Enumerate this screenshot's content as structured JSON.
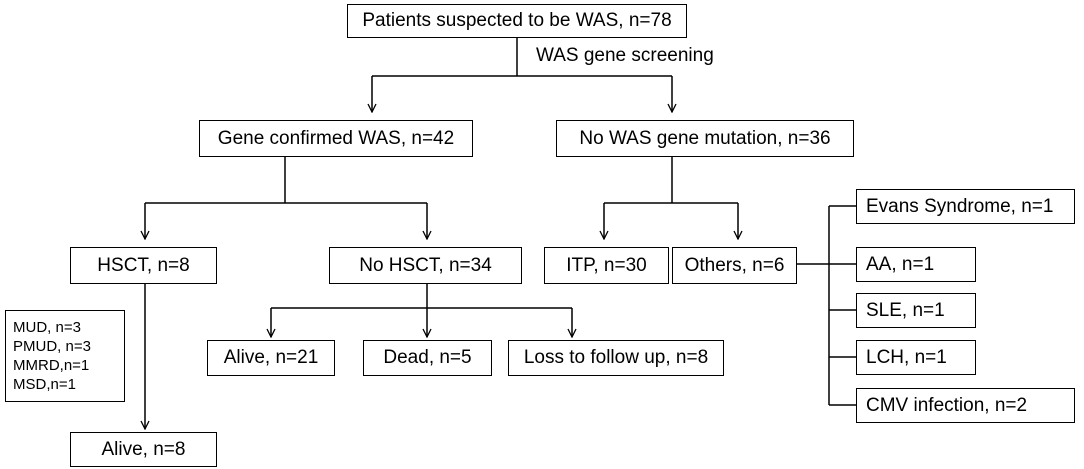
{
  "nodes": {
    "root": "Patients suspected to be WAS, n=78",
    "confirmed": "Gene confirmed WAS, n=42",
    "no_mutation": "No WAS gene mutation, n=36",
    "hsct": "HSCT, n=8",
    "no_hsct": "No HSCT, n=34",
    "itp": "ITP, n=30",
    "others": "Others, n=6",
    "alive_no_hsct": "Alive, n=21",
    "dead": "Dead, n=5",
    "loss_follow_up": "Loss to follow up, n=8",
    "alive_hsct": "Alive, n=8",
    "donor_types": [
      "MUD, n=3",
      "PMUD, n=3",
      "MMRD,n=1",
      "MSD,n=1"
    ],
    "others_breakdown": [
      "Evans Syndrome, n=1",
      "AA, n=1",
      "SLE, n=1",
      "LCH, n=1",
      "CMV infection, n=2"
    ]
  },
  "edge_labels": {
    "screening": "WAS gene screening"
  }
}
